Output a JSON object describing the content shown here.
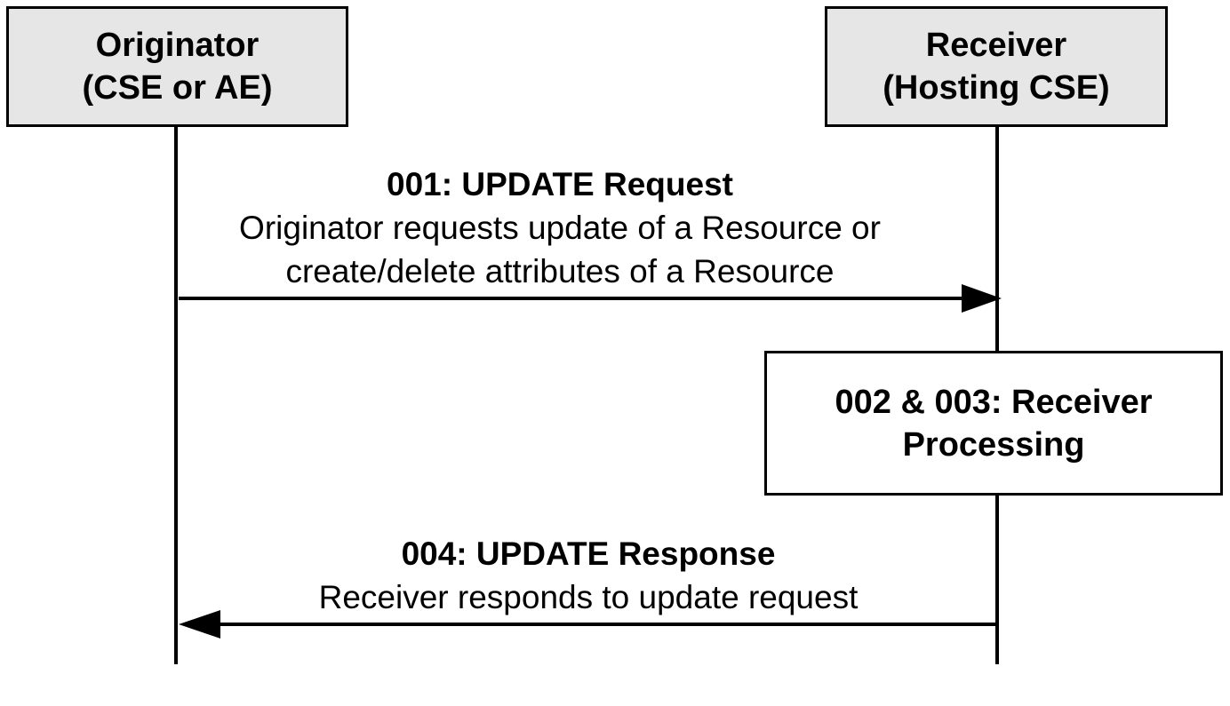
{
  "participants": {
    "originator": {
      "name": "Originator",
      "role": "(CSE or AE)"
    },
    "receiver": {
      "name": "Receiver",
      "role": "(Hosting CSE)"
    }
  },
  "messages": [
    {
      "title": "001: UPDATE Request",
      "lines": [
        "Originator requests update of a Resource or",
        "create/delete attributes of a Resource"
      ],
      "direction": "originator-to-receiver"
    },
    {
      "title": "004: UPDATE Response",
      "lines": [
        "Receiver responds to update request"
      ],
      "direction": "receiver-to-originator"
    }
  ],
  "process": {
    "line1": "002 & 003: Receiver",
    "line2": "Processing"
  },
  "colors": {
    "participant_fill": "#e6e6e6",
    "stroke": "#000000",
    "process_fill": "#ffffff"
  }
}
